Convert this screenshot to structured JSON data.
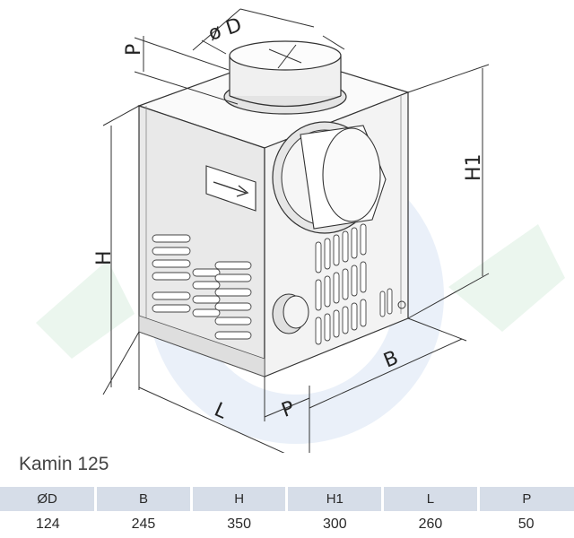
{
  "diagram": {
    "labels": {
      "d": "ø D",
      "p_top": "P",
      "h1": "H1",
      "h": "H",
      "b": "B",
      "l": "L",
      "p_bottom": "P"
    },
    "icons": [
      "arrow-right-icon"
    ],
    "colors": {
      "line": "#333333",
      "box_front": "#e9e9e9",
      "box_side": "#f3f3f3",
      "box_top": "#fafafa",
      "header": "#d6dde8"
    }
  },
  "model": {
    "title": "Kamin 125"
  },
  "table": {
    "headers": [
      "ØD",
      "B",
      "H",
      "H1",
      "L",
      "P"
    ],
    "rows": [
      [
        "124",
        "245",
        "350",
        "300",
        "260",
        "50"
      ]
    ]
  }
}
